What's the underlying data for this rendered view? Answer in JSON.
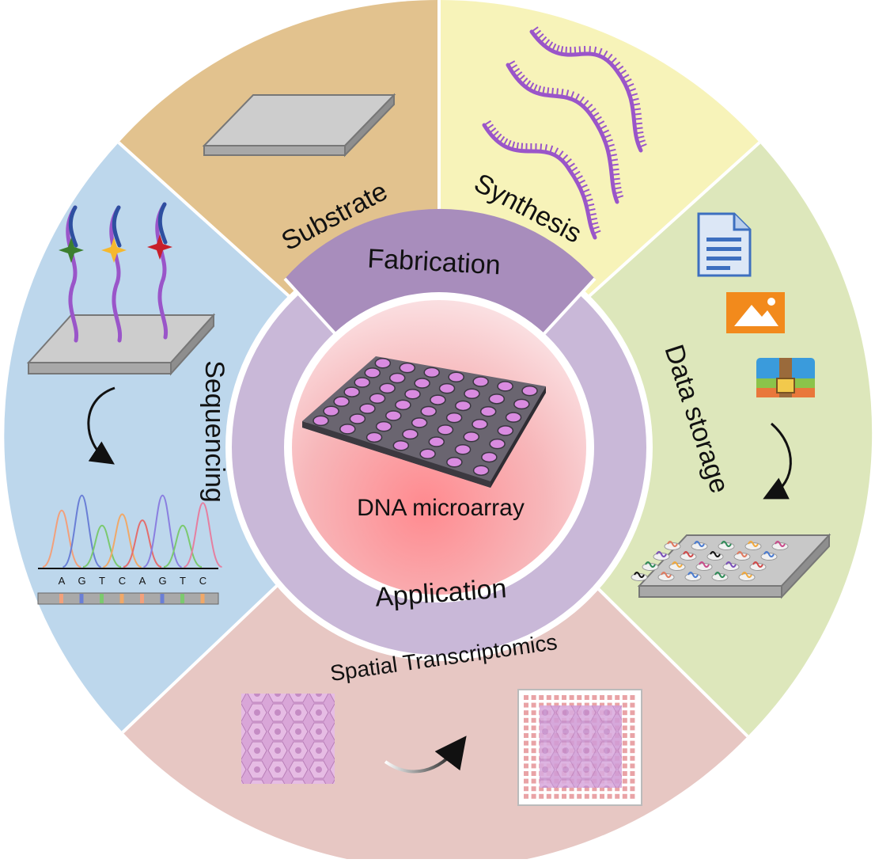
{
  "center": {
    "label": "DNA microarray"
  },
  "ring": {
    "top_label": "Fabrication",
    "bottom_label": "Application"
  },
  "segments": {
    "substrate": {
      "label": "Substrate",
      "color": "#E2C28E"
    },
    "synthesis": {
      "label": "Synthesis",
      "color": "#F7F3B9"
    },
    "data_storage": {
      "label": "Data storage",
      "color": "#DDE7BB"
    },
    "spatial": {
      "label": "Spatial Transcriptomics",
      "color": "#E7C7C3"
    },
    "sequencing": {
      "label": "Sequencing",
      "color": "#BDD7EC",
      "bases": [
        "A",
        "G",
        "T",
        "C",
        "A",
        "G",
        "T",
        "C"
      ]
    }
  },
  "colors": {
    "ring_fab": "#A88DBC",
    "ring_app": "#C9B8D8",
    "dna_strand": "#9A55C9",
    "chip": "#6A6570",
    "well": "#D98BE0"
  },
  "icons": [
    "document-icon",
    "image-icon",
    "archive-icon"
  ]
}
